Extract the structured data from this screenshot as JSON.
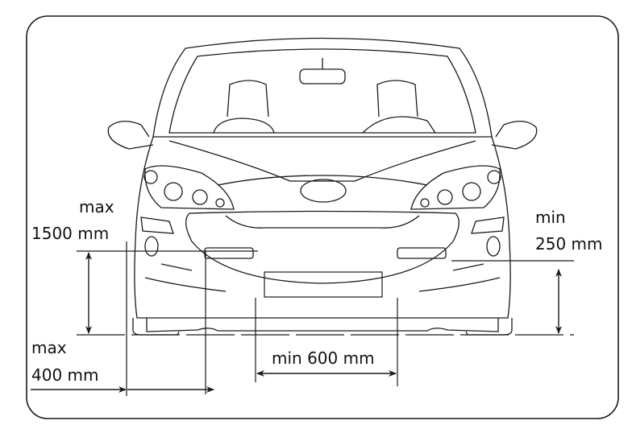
{
  "diagram": {
    "subject": "car-front-view",
    "labels": {
      "height_max_word": "max",
      "height_max_value": "1500 mm",
      "height_min_word": "min",
      "height_min_value": "250 mm",
      "side_max_word": "max",
      "side_max_value": "400 mm",
      "spacing_min": "min 600 mm"
    },
    "line_color": "#1a1a1a"
  }
}
